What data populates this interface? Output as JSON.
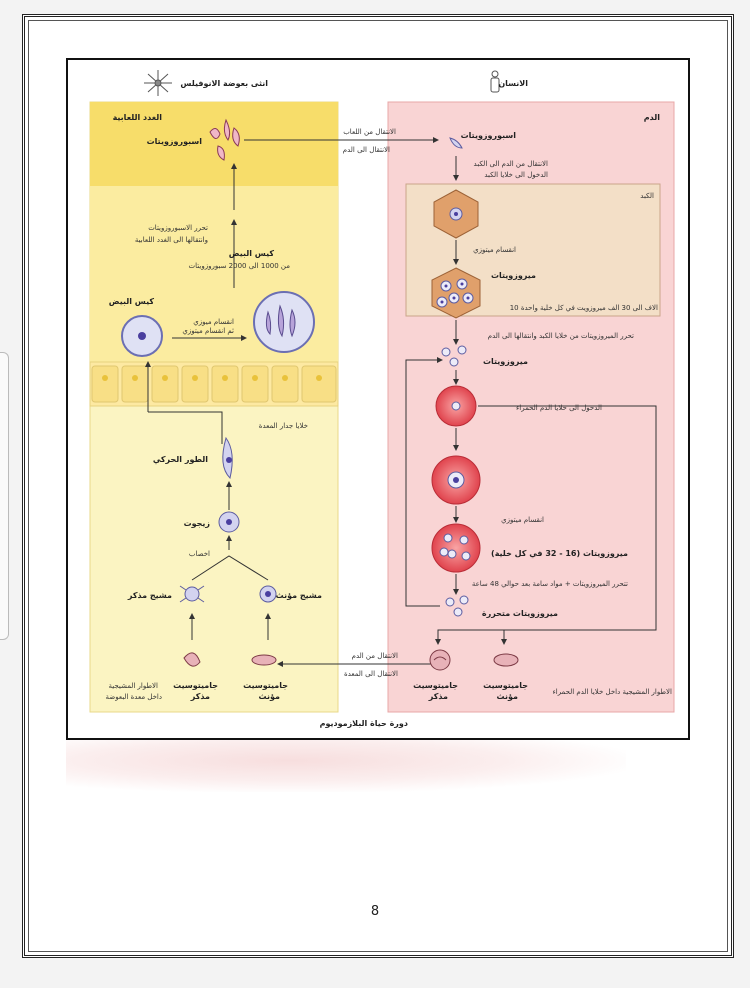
{
  "figure": {
    "caption": "دورة حياة البلازموديوم",
    "page_number": "8",
    "hosts": {
      "mosquito": "انثى بعوضة الانوفيلس",
      "human": "الانسان"
    },
    "mosquito_side": {
      "salivary_glands": "الغدد اللعابية",
      "sporozoites": "اسبوروزويتات",
      "release_line1": "تحرر الاسبوروزويتات",
      "release_line2": "وانتقالها الى الغدد اللعابية",
      "oocyst_line1": "كيس البيض",
      "oocyst_line2": "من 1000 الى 2000 سبوروزويتات",
      "oocyst_small": "كيس البيض",
      "meiosis_line1": "انقسام ميوزي",
      "meiosis_line2": "ثم انقسام ميتوزي",
      "gut_wall": "خلايا جدار المعدة",
      "ookinete": "الطور الحركي",
      "zygote": "زيجوت",
      "fertilization": "اخصاب",
      "male_gamete": "مشيج مذكر",
      "female_gamete": "مشيج مؤنث",
      "male_gametocyte_line1": "جاميتوسيت",
      "male_gametocyte_line2": "مذكر",
      "female_gametocyte_line1": "جاميتوسيت",
      "female_gametocyte_line2": "مؤنث",
      "sexual_stages_line1": "الاطوار المشيجية",
      "sexual_stages_line2": "داخل معدة البعوضة"
    },
    "human_side": {
      "blood": "الدم",
      "sporozoites": "اسبوروزويتات",
      "liver_move_line1": "الانتقال من الدم الى الكبد",
      "liver_move_line2": "الدخول الى خلايا الكبد",
      "liver": "الكبد",
      "mitosis": "انقسام ميتوزي",
      "merozoites": "ميروزويتات",
      "liver_count": "10 الاف الى 30 الف ميروزويت في كل خلية واحدة",
      "release_to_blood": "تحرر الميروزويتات من خلايا الكبد وانتقالها الى الدم",
      "merozoites_blood": "ميروزويتات",
      "enter_rbc": "الدخول الى خلايا الدم الحمراء",
      "mitosis_rbc": "انقسام ميتوزي",
      "rbc_count": "ميروزويتات (16 - 32 في كل خلية)",
      "release_toxins": "تتحرر الميروزويتات + مواد سامة بعد حوالي 48 ساعة",
      "freed_merozoites": "ميروزويتات متحررة",
      "male_gametocyte_line1": "جاميتوسيت",
      "male_gametocyte_line2": "مذكر",
      "female_gametocyte_line1": "جاميتوسيت",
      "female_gametocyte_line2": "مؤنث",
      "sexual_stages": "الاطوار المشيجية داخل خلايا الدم الحمراء"
    },
    "transfers": {
      "saliva_line1": "الانتقال من اللعاب",
      "saliva_line2": "الانتقال الى الدم",
      "stomach_line1": "الانتقال من الدم",
      "stomach_line2": "الانتقال الى المعدة"
    }
  }
}
